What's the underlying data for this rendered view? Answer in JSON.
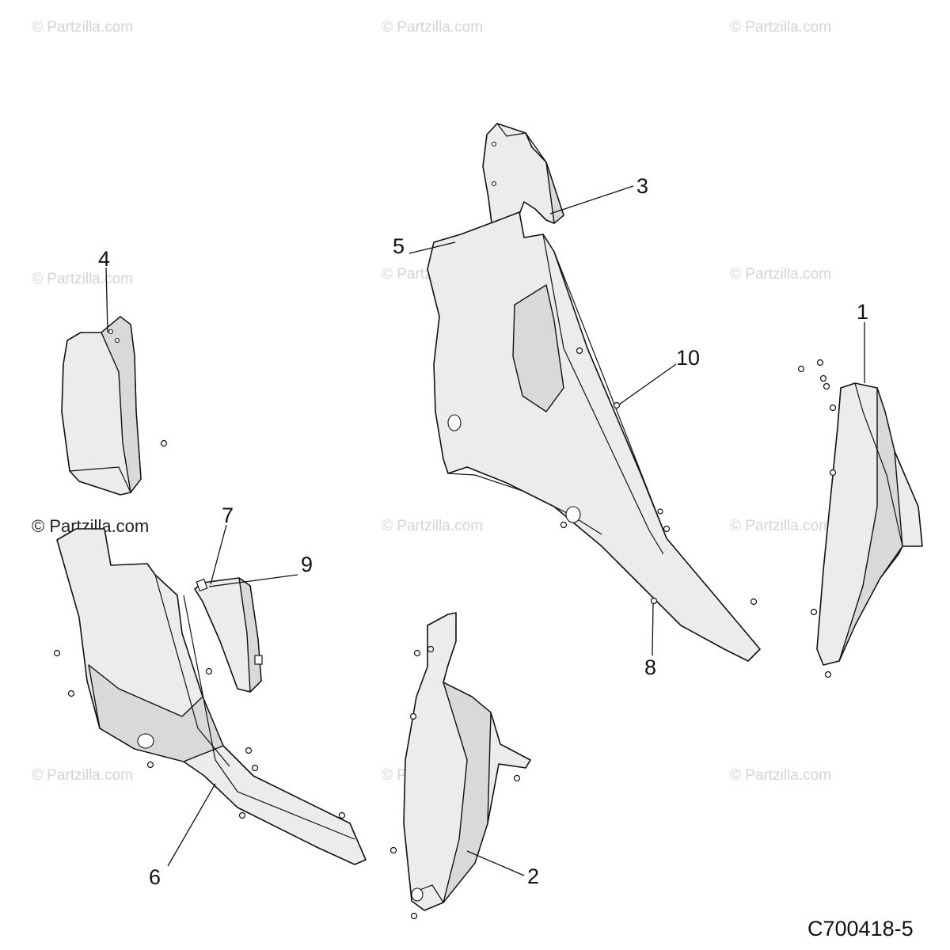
{
  "watermark": {
    "text": "© Partzilla.com",
    "prominent_text": "© Partzilla.com"
  },
  "reference_code": "C700418-5",
  "callouts": [
    {
      "id": "1",
      "label": "1"
    },
    {
      "id": "2",
      "label": "2"
    },
    {
      "id": "3",
      "label": "3"
    },
    {
      "id": "4",
      "label": "4"
    },
    {
      "id": "5",
      "label": "5"
    },
    {
      "id": "6",
      "label": "6"
    },
    {
      "id": "7",
      "label": "7"
    },
    {
      "id": "8",
      "label": "8"
    },
    {
      "id": "9",
      "label": "9"
    },
    {
      "id": "10",
      "label": "10"
    }
  ],
  "colors": {
    "background": "#ffffff",
    "line": "#111111",
    "part_fill": "#ececec",
    "watermark": "#d4d4d4"
  }
}
